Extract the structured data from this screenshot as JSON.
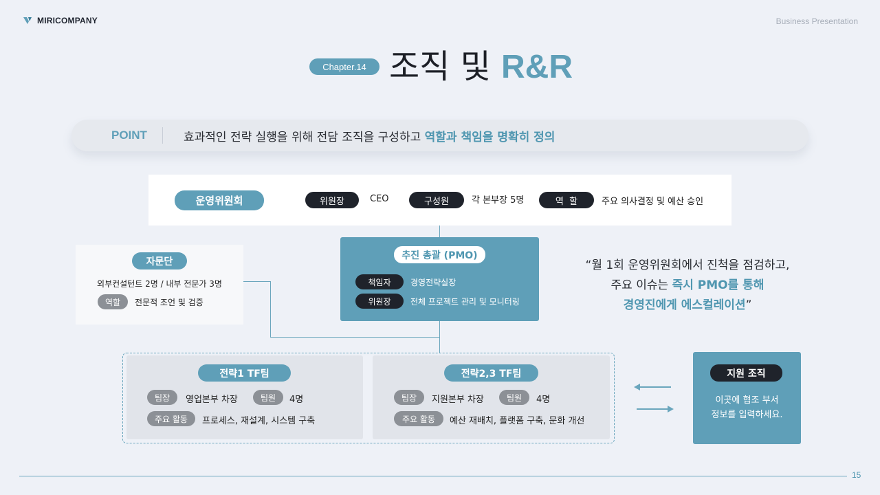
{
  "header": {
    "logo_text": "MIRICOMPANY",
    "subtitle": "Business Presentation"
  },
  "title": {
    "chapter": "Chapter.14",
    "main": "조직 및",
    "accent": "R&R"
  },
  "point": {
    "label": "POINT",
    "text": "효과적인 전략 실행을 위해 전담 조직을 구성하고",
    "highlight": "역할과 책임을 명확히 정의"
  },
  "committee": {
    "name": "운영위원회",
    "chair_label": "위원장",
    "chair_value": "CEO",
    "members_label": "구성원",
    "members_value": "각 본부장 5명",
    "role_label": "역  할",
    "role_value": "주요 의사결정 및 예산 승인"
  },
  "advisory": {
    "name": "자문단",
    "members": "외부컨설턴트 2명 / 내부 전문가 3명",
    "role_label": "역할",
    "role_value": "전문적 조언 및 검증"
  },
  "pmo": {
    "name": "추진 총괄 (PMO)",
    "lead_label": "책임자",
    "lead_value": "경영전략실장",
    "chair_label": "위원장",
    "chair_value": "전체 프로젝트 관리 및 모니터링"
  },
  "quote": {
    "line1": "“월 1회 운영위원회에서 진척을 점검하고,",
    "line2_plain": "주요 이슈는 ",
    "line2_hl": "즉시 PMO를 통해",
    "line3_hl": "경영진에게 에스컬레이션",
    "line3_end": "”"
  },
  "tf1": {
    "name": "전략1 TF팀",
    "leader_label": "팀장",
    "leader_value": "영업본부 차장",
    "member_label": "팀원",
    "member_value": "4명",
    "activity_label": "주요 활동",
    "activity_value": "프로세스, 재설계, 시스템 구축"
  },
  "tf2": {
    "name": "전략2,3 TF팀",
    "leader_label": "팀장",
    "leader_value": "지원본부 차장",
    "member_label": "팀원",
    "member_value": "4명",
    "activity_label": "주요 활동",
    "activity_value": "예산 재배치, 플랫폼 구축, 문화 개선"
  },
  "support": {
    "name": "지원 조직",
    "line1": "이곳에 협조 부서",
    "line2": "정보를 입력하세요."
  },
  "footer": {
    "page": "15"
  },
  "colors": {
    "accent": "#5f9fb8",
    "dark": "#1f232b",
    "background": "#eef1f7"
  }
}
